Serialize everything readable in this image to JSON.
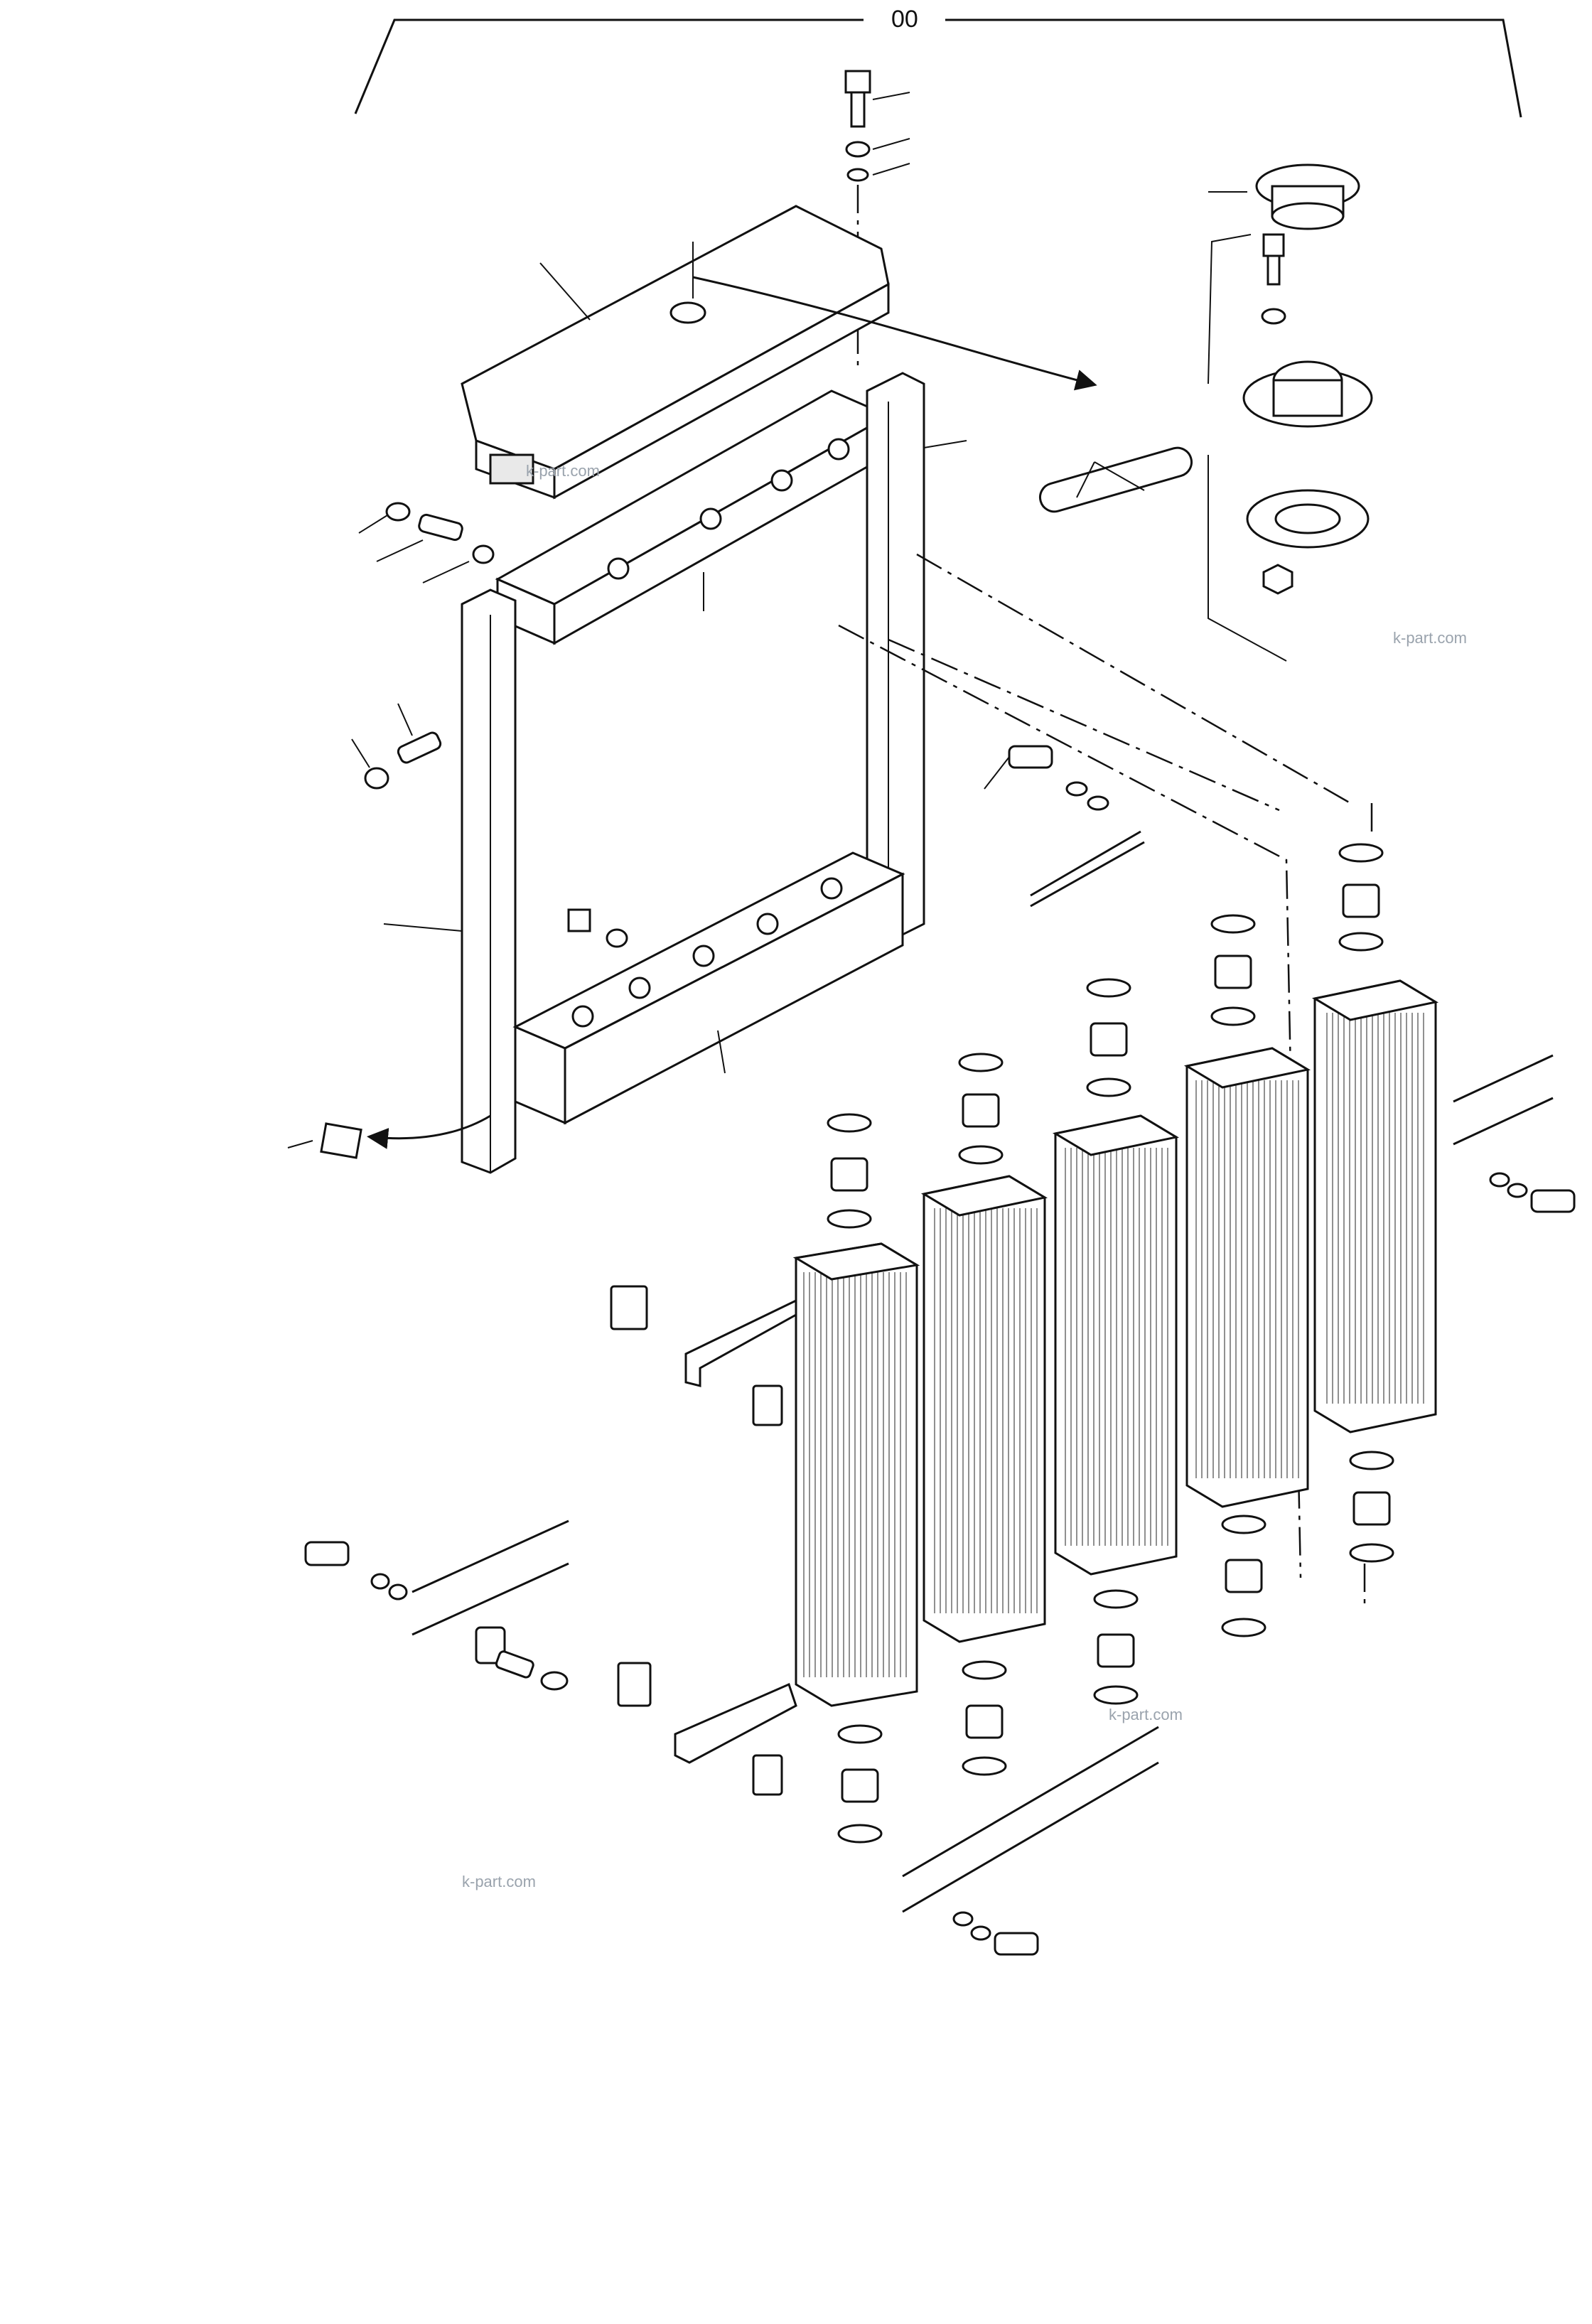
{
  "diagram": {
    "group_label": "00",
    "watermarks": [
      "k-part.com",
      "k-part.com",
      "k-part.com",
      "k-part.com"
    ]
  }
}
